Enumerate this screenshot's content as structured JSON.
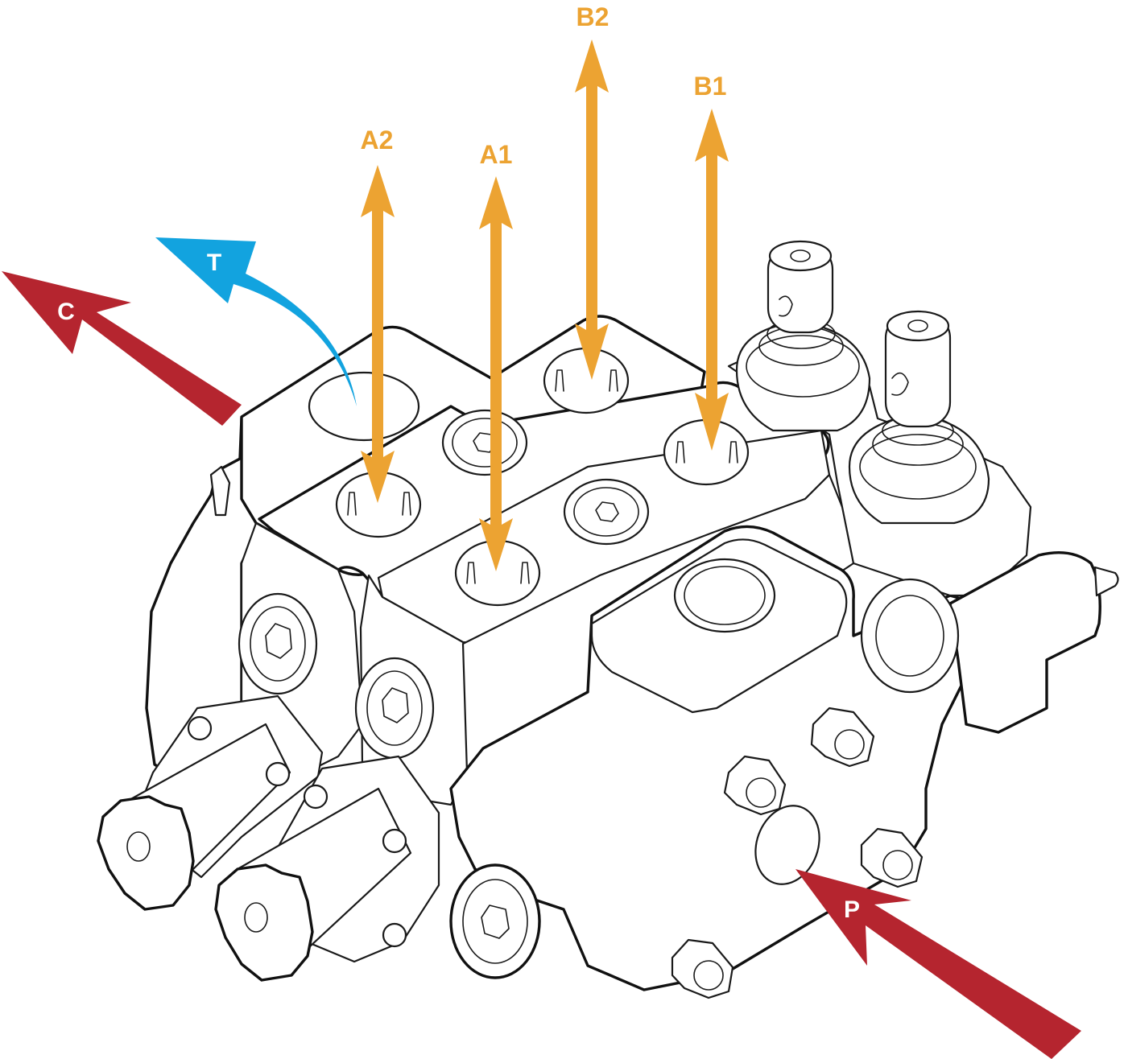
{
  "diagram": {
    "subject": "Hydraulic sectional directional control valve (2 sections) with port flow arrows",
    "colors": {
      "work_port": "#eca332",
      "tank_port": "#12a3df",
      "pressure_port": "#b5252f",
      "line_art": "#1a1a1a",
      "background": "#ffffff",
      "label_on_arrow": "#ffffff"
    },
    "ports": [
      {
        "id": "A2",
        "label": "A2",
        "kind": "work",
        "direction": "bidirectional-vertical",
        "color": "#eca332"
      },
      {
        "id": "A1",
        "label": "A1",
        "kind": "work",
        "direction": "bidirectional-vertical",
        "color": "#eca332"
      },
      {
        "id": "B2",
        "label": "B2",
        "kind": "work",
        "direction": "bidirectional-vertical",
        "color": "#eca332"
      },
      {
        "id": "B1",
        "label": "B1",
        "kind": "work",
        "direction": "bidirectional-vertical",
        "color": "#eca332"
      },
      {
        "id": "T",
        "label": "T",
        "kind": "tank",
        "direction": "out-curved-up-left",
        "color": "#12a3df"
      },
      {
        "id": "C",
        "label": "C",
        "kind": "carry-over",
        "direction": "out-up-left",
        "color": "#b5252f"
      },
      {
        "id": "P",
        "label": "P",
        "kind": "pressure",
        "direction": "in-from-lower-right",
        "color": "#b5252f"
      }
    ]
  }
}
